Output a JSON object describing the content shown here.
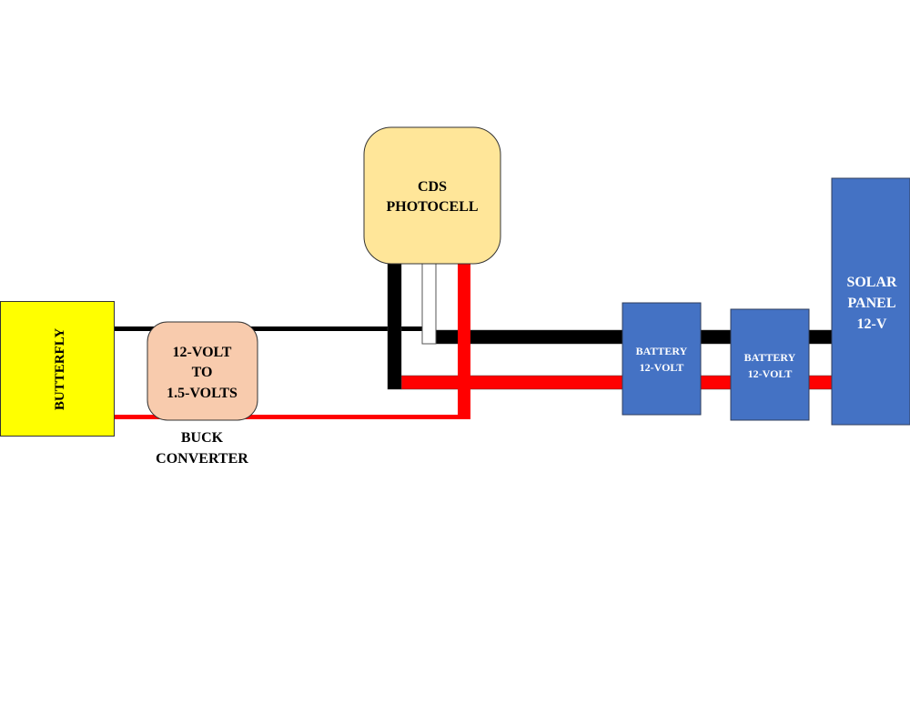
{
  "components": {
    "butterfly": {
      "label": "BUTTERFLY",
      "color": "#ffff00"
    },
    "buck_converter": {
      "lines": [
        "12-VOLT",
        "TO",
        "1.5-VOLTS"
      ],
      "caption": [
        "BUCK",
        "CONVERTER"
      ],
      "color": "#f8cbad"
    },
    "photocell": {
      "lines": [
        "CDS",
        "PHOTOCELL"
      ],
      "color": "#ffe699"
    },
    "battery1": {
      "lines": [
        "BATTERY",
        "12-VOLT"
      ],
      "color": "#4472c4"
    },
    "battery2": {
      "lines": [
        "BATTERY",
        "12-VOLT"
      ],
      "color": "#4472c4"
    },
    "solar_panel": {
      "lines": [
        "SOLAR",
        "PANEL",
        "12-V"
      ],
      "color": "#4472c4"
    }
  },
  "wire_colors": {
    "negative": "#000000",
    "positive": "#ff0000",
    "signal": "#ffffff"
  }
}
